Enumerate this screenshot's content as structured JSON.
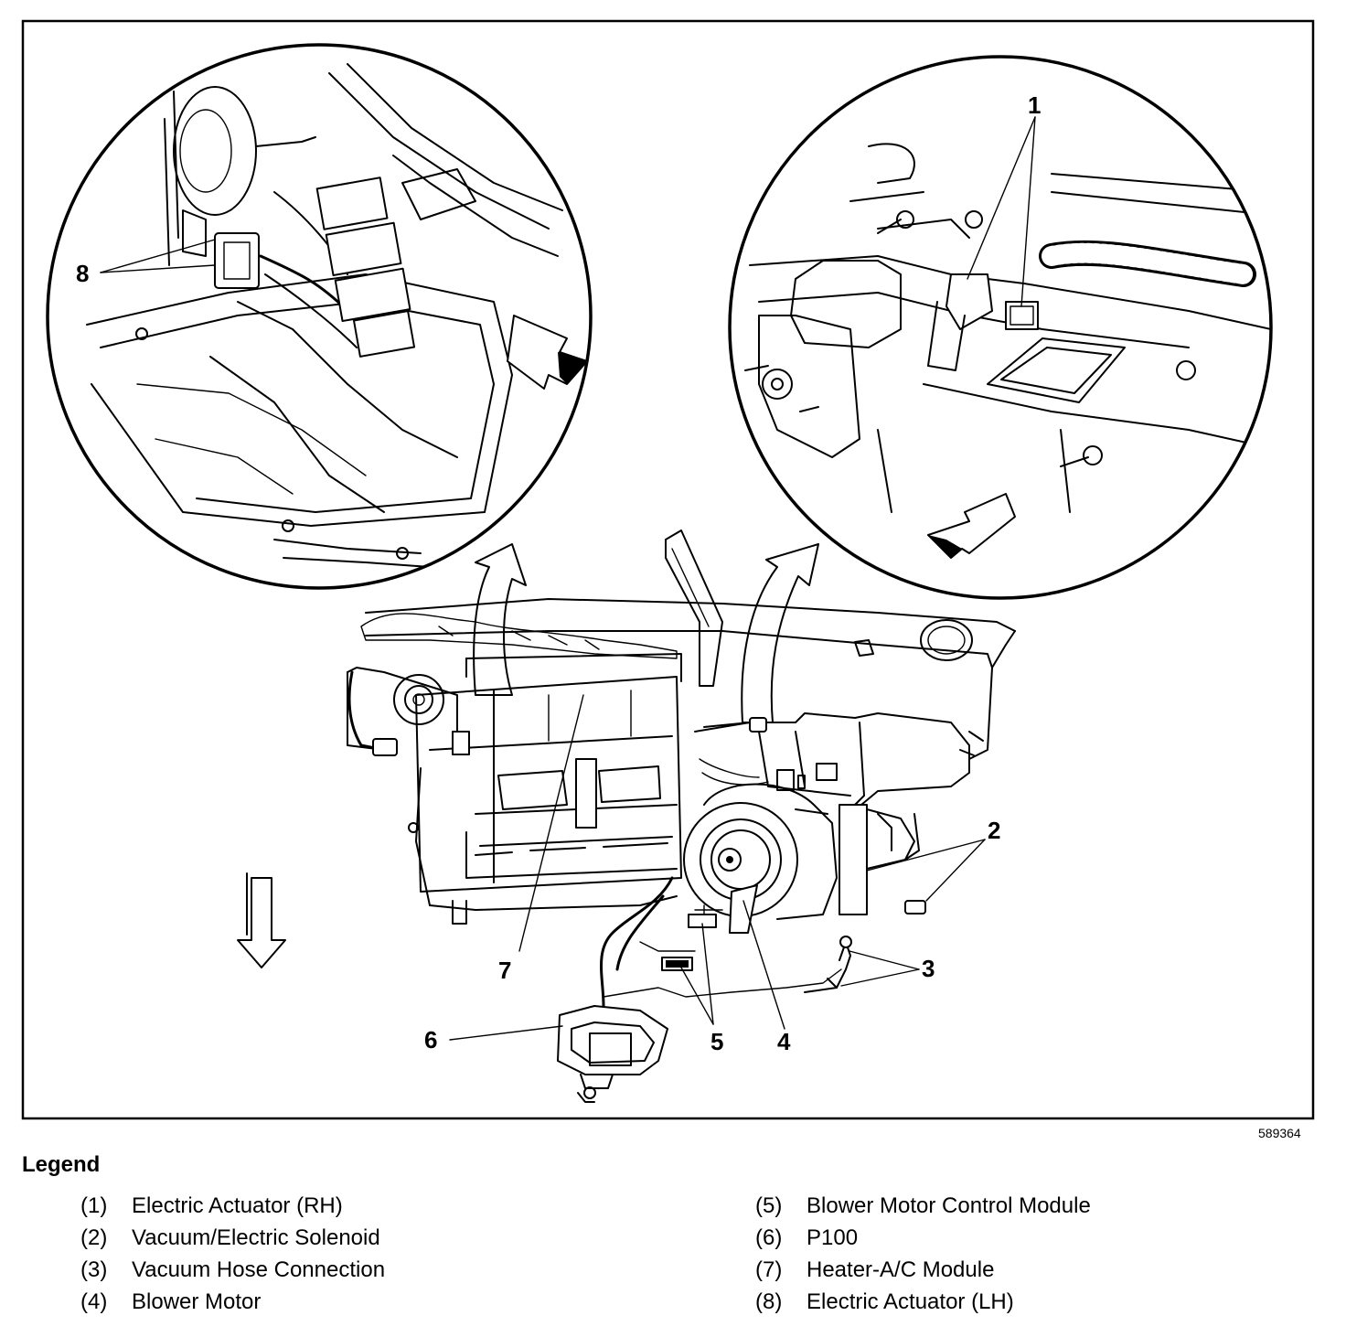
{
  "figure_number": "589364",
  "callouts": [
    "1",
    "2",
    "3",
    "4",
    "5",
    "6",
    "7",
    "8"
  ],
  "legend": {
    "title": "Legend",
    "items": [
      {
        "num": "(1)",
        "label": "Electric Actuator (RH)"
      },
      {
        "num": "(2)",
        "label": "Vacuum/Electric Solenoid"
      },
      {
        "num": "(3)",
        "label": "Vacuum Hose Connection"
      },
      {
        "num": "(4)",
        "label": "Blower Motor"
      },
      {
        "num": "(5)",
        "label": "Blower Motor Control Module"
      },
      {
        "num": "(6)",
        "label": "P100"
      },
      {
        "num": "(7)",
        "label": "Heater-A/C Module"
      },
      {
        "num": "(8)",
        "label": "Electric Actuator (LH)"
      }
    ]
  }
}
